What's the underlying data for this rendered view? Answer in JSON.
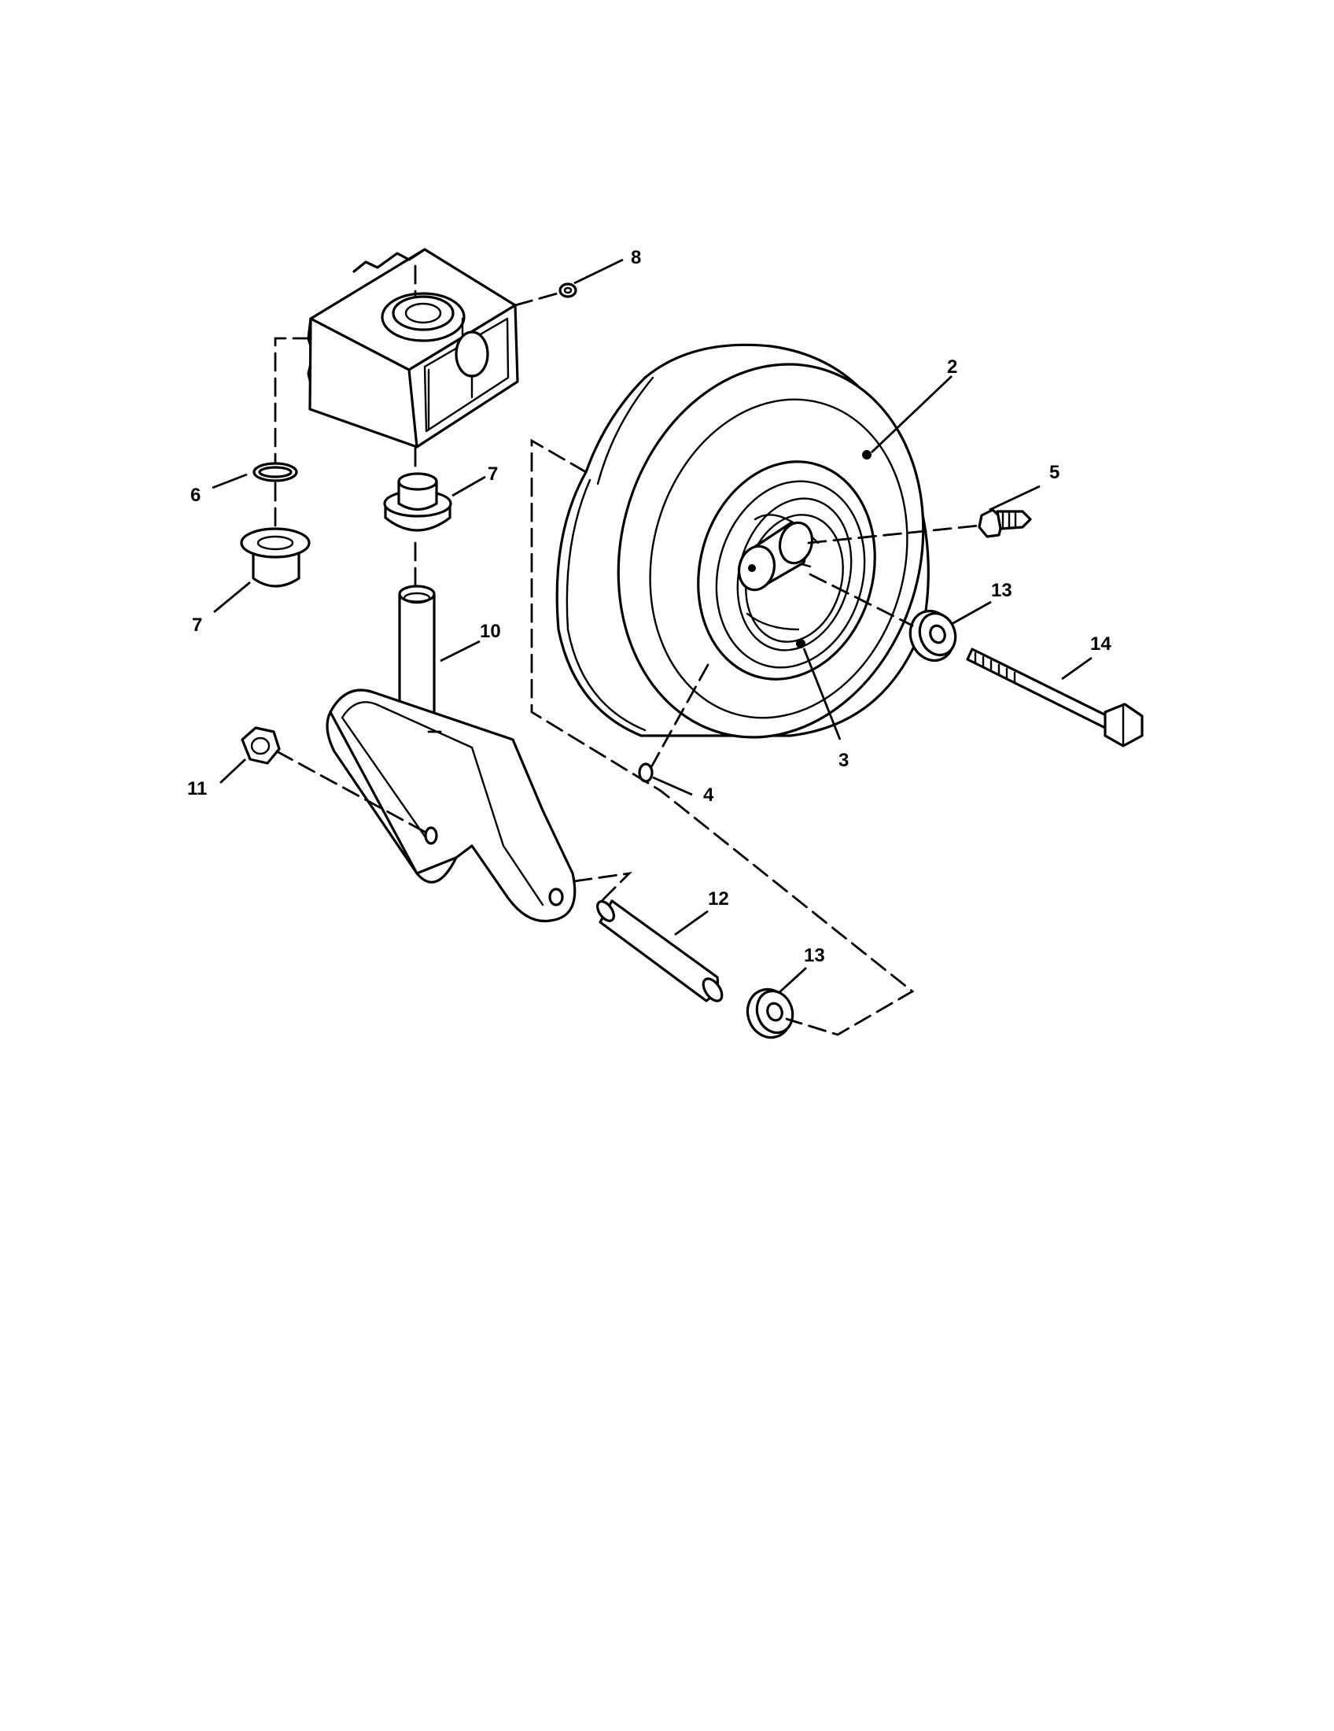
{
  "callouts": {
    "c2": "2",
    "c3": "3",
    "c4": "4",
    "c5": "5",
    "c6": "6",
    "c7_left": "7",
    "c7_right": "7",
    "c8": "8",
    "c10": "10",
    "c11": "11",
    "c12": "12",
    "c13_upper": "13",
    "c13_lower": "13",
    "c14": "14"
  }
}
